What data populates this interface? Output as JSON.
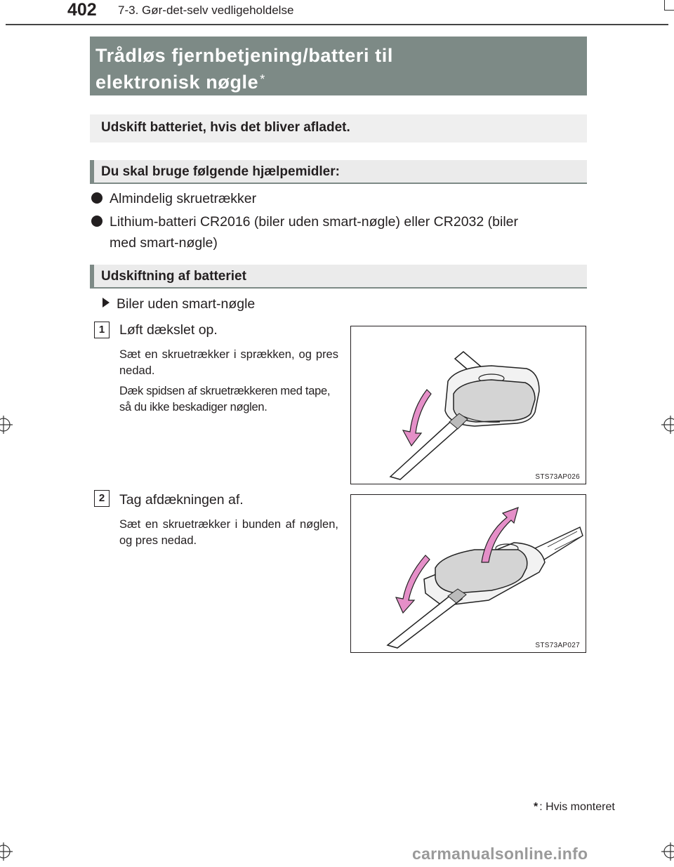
{
  "header": {
    "page_number": "402",
    "section": "7-3. Gør-det-selv vedligeholdelse"
  },
  "title": {
    "line1": "Trådløs fjernbetjening/batteri til",
    "line2": "elektronisk nøgle",
    "asterisk": "*"
  },
  "intro": "Udskift batteriet, hvis det bliver afladet.",
  "tools": {
    "heading": "Du skal bruge følgende hjælpemidler:",
    "items": [
      "Almindelig skruetrækker",
      "Lithium-batteri CR2016 (biler uden smart-nøgle) eller CR2032 (biler",
      "med smart-nøgle)"
    ]
  },
  "replacement": {
    "heading": "Udskiftning af batteriet",
    "variant": "Biler uden smart-nøgle",
    "steps": [
      {
        "number": "1",
        "title": "Løft dækslet op.",
        "notes": [
          "Sæt en skruetrækker i sprækken, og pres nedad.",
          "Dæk spidsen af skruetrækkeren med tape, så du ikke beskadiger nøglen."
        ],
        "figure_code": "STS73AP026"
      },
      {
        "number": "2",
        "title": "Tag afdækningen af.",
        "notes": [
          "Sæt en skruetrækker i bunden af nøglen, og pres nedad."
        ],
        "figure_code": "STS73AP027"
      }
    ]
  },
  "footnote": {
    "star": "*",
    "text": ": Hvis monteret"
  },
  "watermark": "carmanualsonline.info",
  "colors": {
    "title_band": "#7d8a86",
    "arrow_pink": "#e58fc8",
    "subhead_bg": "#ebebeb"
  },
  "icons": {
    "bullet": "filled-circle",
    "variant_marker": "right-triangle",
    "registration": "crosshair-circle"
  }
}
